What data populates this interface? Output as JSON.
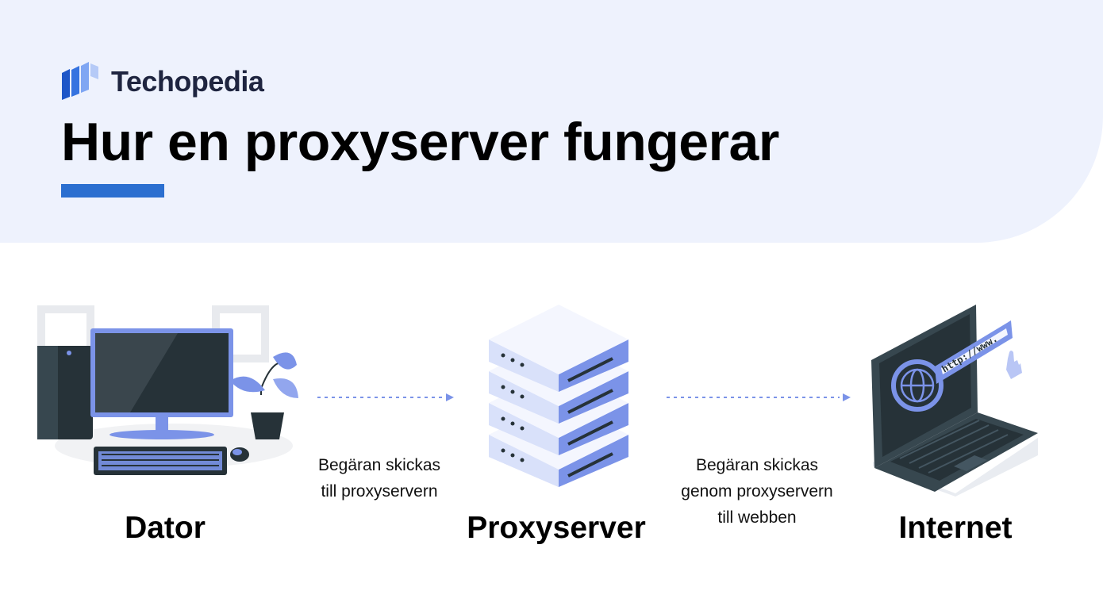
{
  "brand": {
    "name": "Techopedia"
  },
  "title": "Hur en proxyserver fungerar",
  "nodes": [
    {
      "label": "Dator"
    },
    {
      "label": "Proxyserver"
    },
    {
      "label": "Internet"
    }
  ],
  "edges": [
    {
      "line1": "Begäran skickas",
      "line2": "till proxyservern"
    },
    {
      "line1": "Begäran skickas",
      "line2": "genom proxyservern",
      "line3": "till webben"
    }
  ],
  "browser_url": "http://www.",
  "colors": {
    "accent": "#2b6fd0",
    "header_bg": "#eef2fd",
    "illustration_blue": "#7b93e8",
    "dark": "#263238"
  },
  "icons": [
    "techopedia-logo-icon",
    "desktop-computer-icon",
    "server-stack-icon",
    "laptop-globe-icon",
    "pointer-hand-icon"
  ]
}
